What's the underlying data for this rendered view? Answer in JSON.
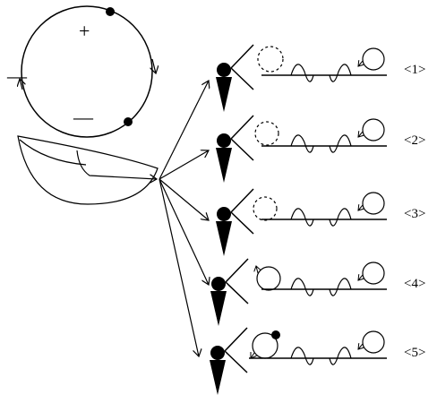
{
  "cycle": {
    "plus_sign": "+",
    "minus_sign": "—",
    "left_bar": "—"
  },
  "rows": [
    {
      "label": "<1>",
      "left_loop": "dashed",
      "left_dot": "none"
    },
    {
      "label": "<2>",
      "left_loop": "dashed",
      "left_dot": "none"
    },
    {
      "label": "<3>",
      "left_loop": "dashed",
      "left_dot": "none"
    },
    {
      "label": "<4>",
      "left_loop": "solid",
      "left_dot": "none"
    },
    {
      "label": "<5>",
      "left_loop": "solid",
      "left_dot": "filled"
    }
  ]
}
